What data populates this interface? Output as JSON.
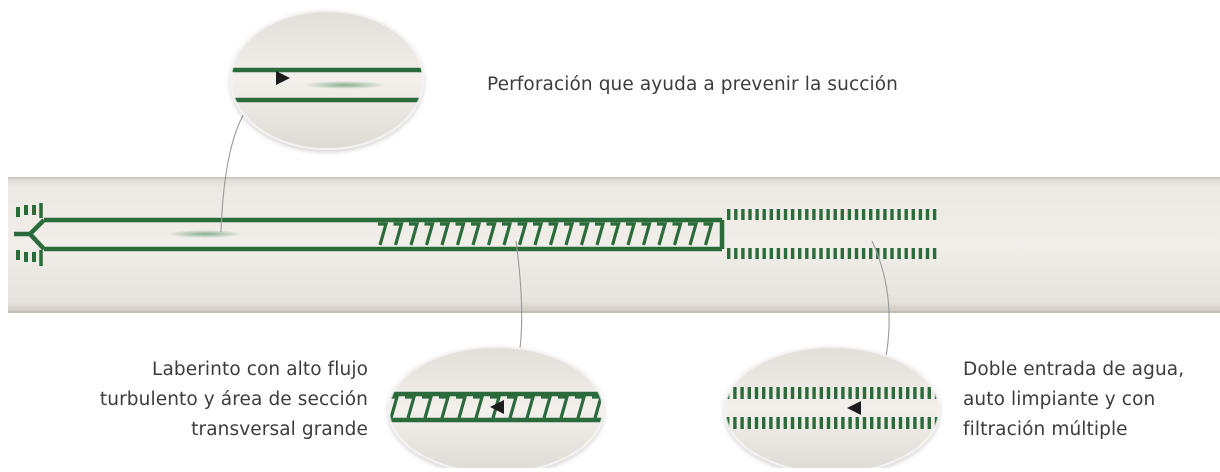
{
  "callouts": {
    "top": {
      "lines": [
        "Perforación que ayuda a prevenir la succión"
      ]
    },
    "left": {
      "lines": [
        "Laberinto con alto flujo",
        "turbulento y área de sección",
        "transversal grande"
      ]
    },
    "right": {
      "lines": [
        "Doble entrada de agua,",
        "auto limpiante y con",
        "filtración múltiple"
      ]
    }
  },
  "colors": {
    "tube": "#e9e6e1",
    "tube_shadow": "#cfcac2",
    "channel": "#2a6b3a",
    "arrow": "#1a1a1a",
    "leader": "#9a9a9a",
    "text": "#3c3c3c"
  }
}
